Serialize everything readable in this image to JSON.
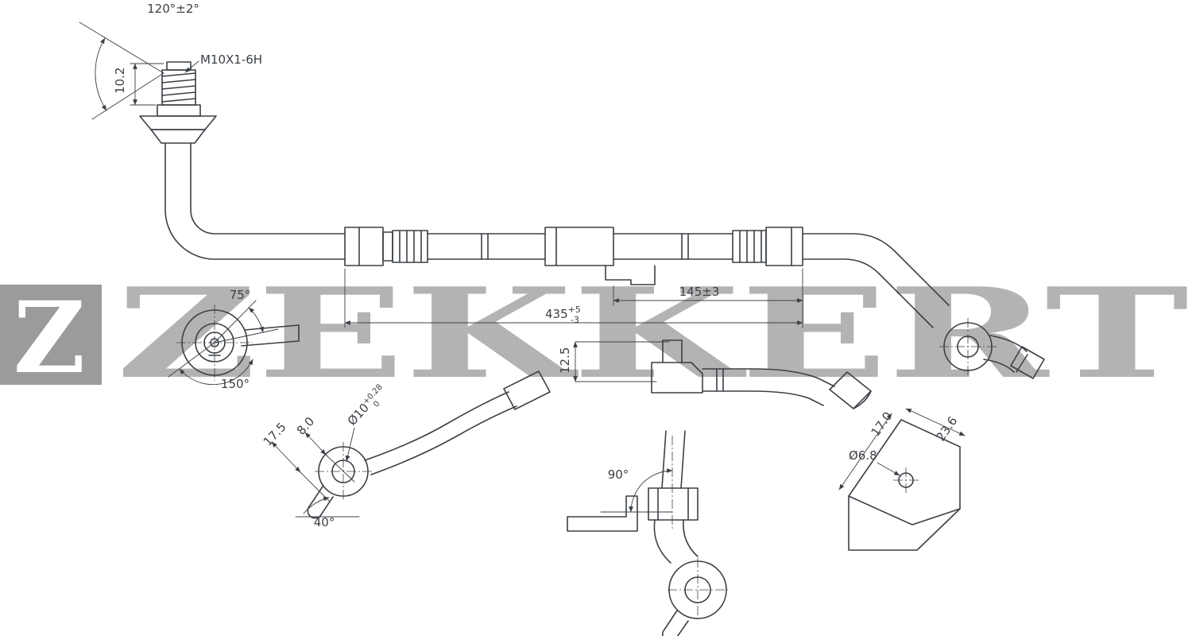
{
  "drawing": {
    "brand_watermark": "ZEKKERT",
    "logo_letter": "Z",
    "colors": {
      "background": "#ffffff",
      "line": "#3b4046",
      "watermark": "#b3b3b3",
      "logo_box": "#9b9b9b",
      "logo_letter_color": "#ffffff"
    },
    "labels": {
      "angle_top": "120°±2°",
      "offset_top": "10.2",
      "thread_spec": "M10X1-6H",
      "length_main": "435",
      "length_main_tol_plus": "+5",
      "length_main_tol_minus": "-3",
      "length_mid": "145±3",
      "offset_mid": "12.5",
      "angle_left_upper": "75°",
      "angle_left_lower": "150°",
      "banjo_width": "17.5",
      "banjo_thickness": "8.0",
      "banjo_bore": "Ø10",
      "banjo_bore_tol_plus": "+0.28",
      "banjo_bore_tol_minus": "0",
      "banjo_angle": "40°",
      "bracket_angle": "90°",
      "plate_width": "17.0",
      "plate_length": "23.6",
      "plate_hole": "Ø6.8"
    }
  }
}
